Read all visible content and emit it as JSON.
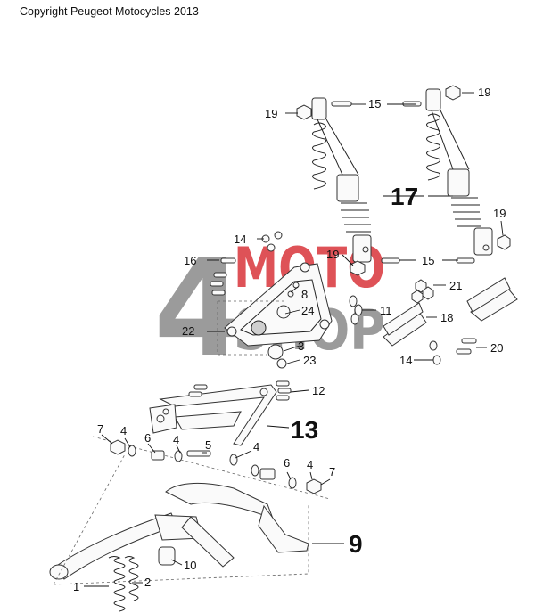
{
  "copyright": "Copyright Peugeot Motocycles 2013",
  "watermark": {
    "number": "4",
    "line1": "MOTO",
    "line2": "SHOP"
  },
  "colors": {
    "watermark_gray": "#8a8a8a",
    "watermark_red": "#d9343a",
    "line": "#222222"
  },
  "callouts": {
    "c1": "1",
    "c2": "2",
    "c3": "3",
    "c4a": "4",
    "c4b": "4",
    "c4c": "4",
    "c4d": "4",
    "c5": "5",
    "c6a": "6",
    "c6b": "6",
    "c7a": "7",
    "c7b": "7",
    "c8": "8",
    "c9": "9",
    "c10": "10",
    "c11": "11",
    "c12": "12",
    "c13": "13",
    "c14a": "14",
    "c14b": "14",
    "c15a": "15",
    "c15b": "15",
    "c16": "16",
    "c17": "17",
    "c18": "18",
    "c19a": "19",
    "c19b": "19",
    "c19c": "19",
    "c19d": "19",
    "c20": "20",
    "c21": "21",
    "c22": "22",
    "c23": "23",
    "c24": "24"
  }
}
